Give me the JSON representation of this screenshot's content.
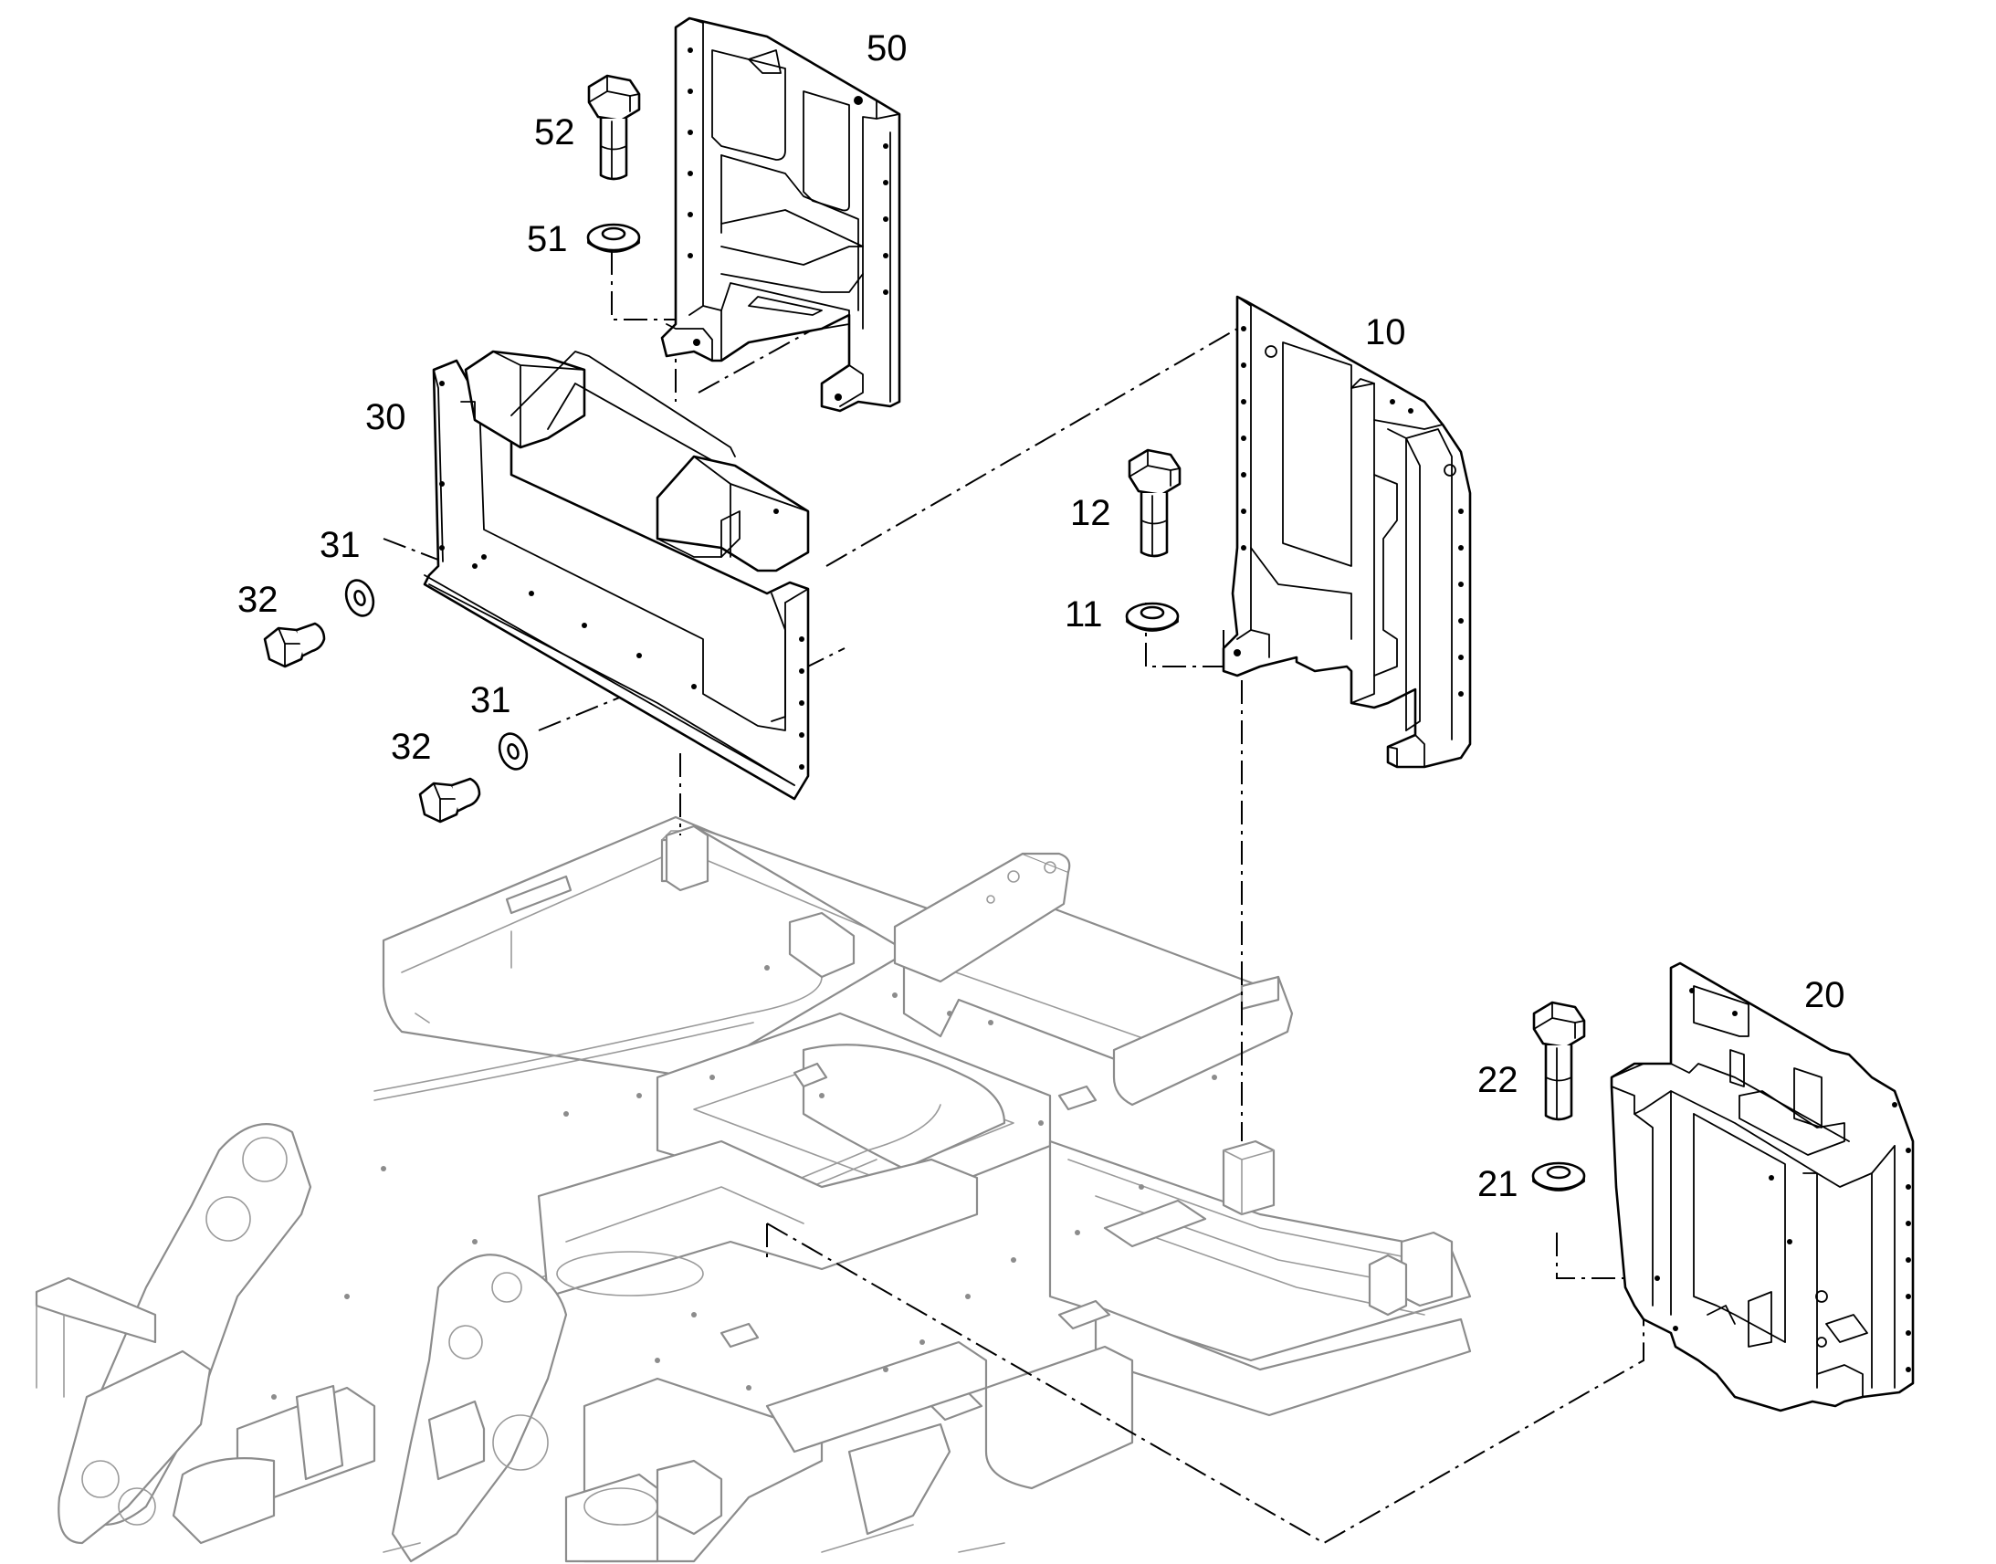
{
  "callouts": {
    "c10": "10",
    "c11": "11",
    "c12": "12",
    "c20": "20",
    "c21": "21",
    "c22": "22",
    "c30": "30",
    "c31a": "31",
    "c31b": "31",
    "c32a": "32",
    "c32b": "32",
    "c50": "50",
    "c51": "51",
    "c52": "52"
  },
  "colors": {
    "part_line": "#000000",
    "frame_line": "#8c8c8c",
    "background": "#ffffff"
  }
}
